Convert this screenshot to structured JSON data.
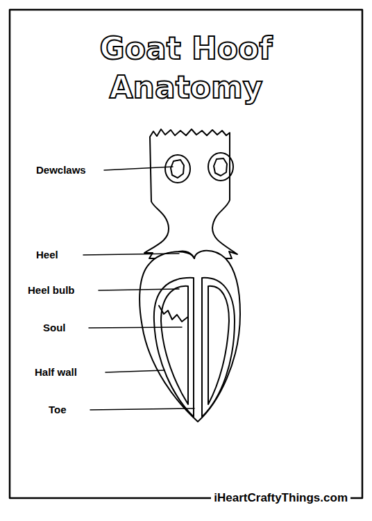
{
  "diagram": {
    "title": "Goat Hoof Anatomy",
    "labels": [
      "Dewclaws",
      "Heel",
      "Heel bulb",
      "Soul",
      "Half wall",
      "Toe",
      "iHeartCraftyThings.com"
    ]
  }
}
